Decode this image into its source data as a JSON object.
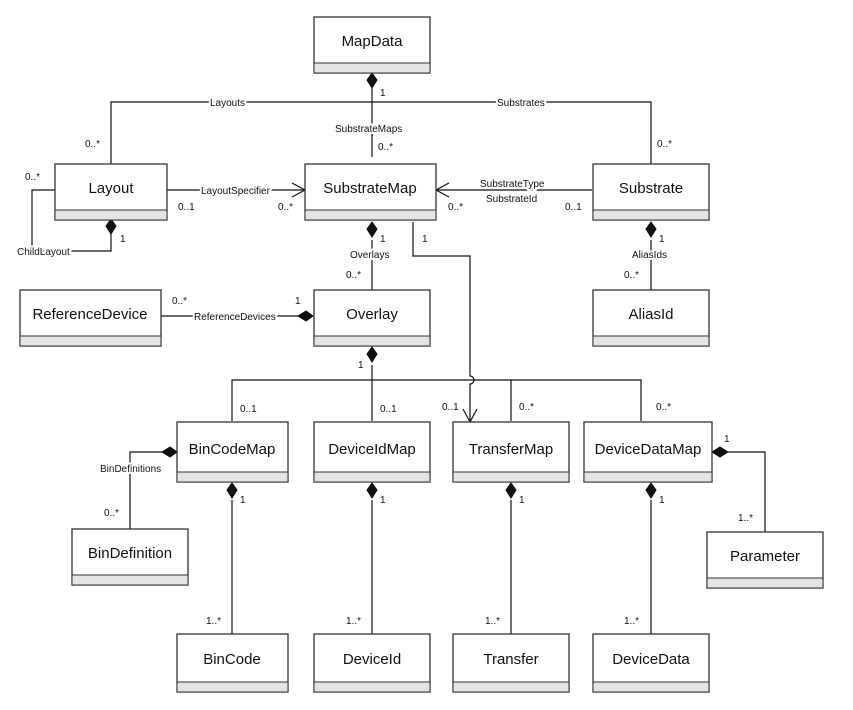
{
  "boxes": {
    "mapdata": "MapData",
    "layout": "Layout",
    "substratemap": "SubstrateMap",
    "substrate": "Substrate",
    "referencedevice": "ReferenceDevice",
    "overlay": "Overlay",
    "aliasid": "AliasId",
    "bincodemap": "BinCodeMap",
    "deviceidmap": "DeviceIdMap",
    "transfermap": "TransferMap",
    "devicedatamap": "DeviceDataMap",
    "bindefinition": "BinDefinition",
    "parameter": "Parameter",
    "bincode": "BinCode",
    "deviceid": "DeviceId",
    "transfer": "Transfer",
    "devicedata": "DeviceData"
  },
  "labels": {
    "layouts": "Layouts",
    "substrates": "Substrates",
    "substratemaps": "SubstrateMaps",
    "layoutspecifier": "LayoutSpecifier",
    "substratetype": "SubstrateType",
    "substrateid": "SubstrateId",
    "childlayout": "ChildLayout",
    "overlays": "Overlays",
    "aliasids": "AliasIds",
    "referencedevices": "ReferenceDevices",
    "bindefinitions": "BinDefinitions"
  },
  "multiplicities": {
    "mapdata_child": "1",
    "layout_many": "0..*",
    "substratemaps_many": "0..*",
    "substrate_many": "0..*",
    "childlayout_many": "0..*",
    "childlayout_one": "1",
    "layoutspec_src": "0..1",
    "layoutspec_dst": "0..*",
    "substratetype_dst": "0..*",
    "substratetype_src": "0..1",
    "overlays_one": "1",
    "transfer_src_one": "1",
    "overlays_many": "0..*",
    "aliasids_one": "1",
    "aliasids_many": "0..*",
    "refdev_many": "0..*",
    "refdev_one": "1",
    "overlay_one": "1",
    "bincodemap_opt": "0..1",
    "deviceidmap_opt": "0..1",
    "transfermap_opt": "0..1",
    "transfermap_many": "0..*",
    "devicedatamap_many": "0..*",
    "parameter_one": "1",
    "bindef_many": "0..*",
    "bincodemap_one": "1",
    "deviceidmap_one": "1",
    "transfermap_one": "1",
    "devicedatamap_one": "1",
    "bincode_many": "1..*",
    "deviceid_many": "1..*",
    "transfer_many": "1..*",
    "devicedata_many": "1..*",
    "parameter_many": "1..*"
  }
}
